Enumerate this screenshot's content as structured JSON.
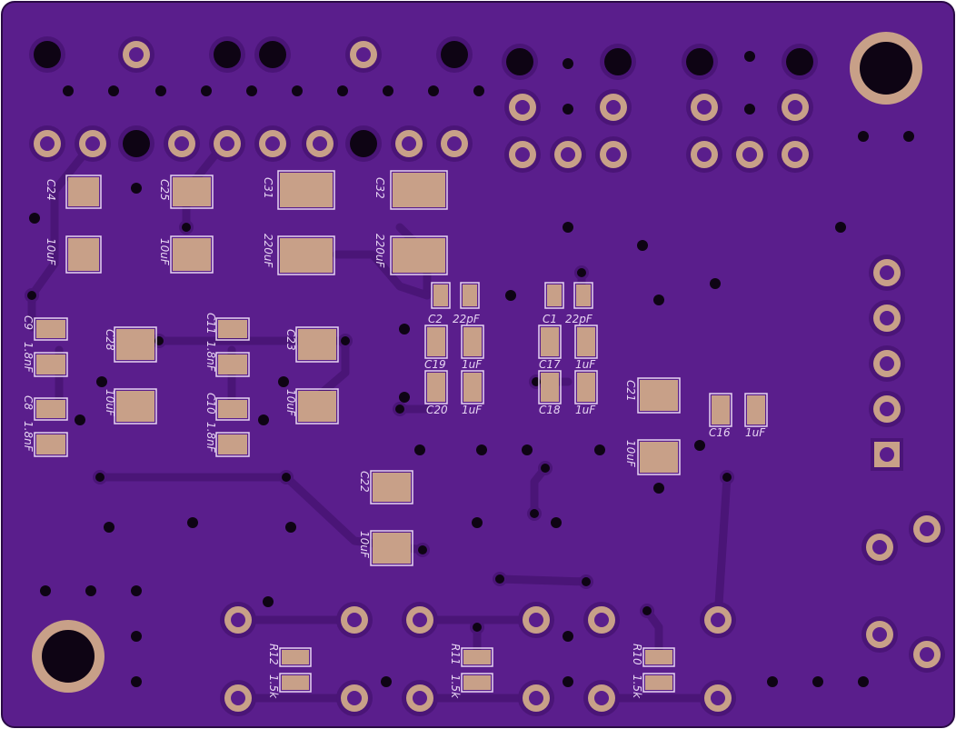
{
  "board": {
    "colors": {
      "soldermask": "#5a1e8c",
      "trace": "#4a1577",
      "copper_pad": "#c8a088",
      "silkscreen": "#e6d4f2",
      "drill": "#0e0414"
    }
  },
  "components": [
    {
      "ref": "C24",
      "value": "10uF"
    },
    {
      "ref": "C25",
      "value": "10uF"
    },
    {
      "ref": "C31",
      "value": "220uF"
    },
    {
      "ref": "C32",
      "value": "220uF"
    },
    {
      "ref": "C2",
      "value": "22pF"
    },
    {
      "ref": "C1",
      "value": "22pF"
    },
    {
      "ref": "C9",
      "value": "1.8nF"
    },
    {
      "ref": "C28",
      "value": "10uF"
    },
    {
      "ref": "C11",
      "value": "1.8nF"
    },
    {
      "ref": "C23",
      "value": "10uF"
    },
    {
      "ref": "C19",
      "value": "1uF"
    },
    {
      "ref": "C17",
      "value": "1uF"
    },
    {
      "ref": "C8",
      "value": "1.8nF"
    },
    {
      "ref": "C10",
      "value": "1.8nF"
    },
    {
      "ref": "C20",
      "value": "1uF"
    },
    {
      "ref": "C18",
      "value": "1uF"
    },
    {
      "ref": "C21",
      "value": "10uF"
    },
    {
      "ref": "C16",
      "value": "1uF"
    },
    {
      "ref": "C22",
      "value": "10uF"
    },
    {
      "ref": "R12",
      "value": "1.5k"
    },
    {
      "ref": "R11",
      "value": "1.5k"
    },
    {
      "ref": "R10",
      "value": "1.5k"
    }
  ]
}
